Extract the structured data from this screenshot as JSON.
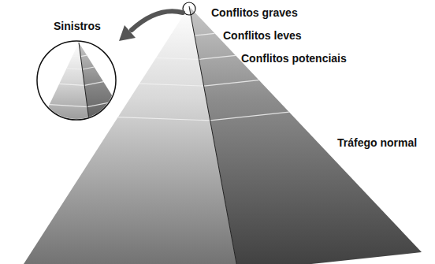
{
  "diagram": {
    "labels": [
      "Conflitos graves",
      "Sinistros",
      "Conflitos leves",
      "Conflitos potenciais",
      "Tráfego normal"
    ]
  }
}
